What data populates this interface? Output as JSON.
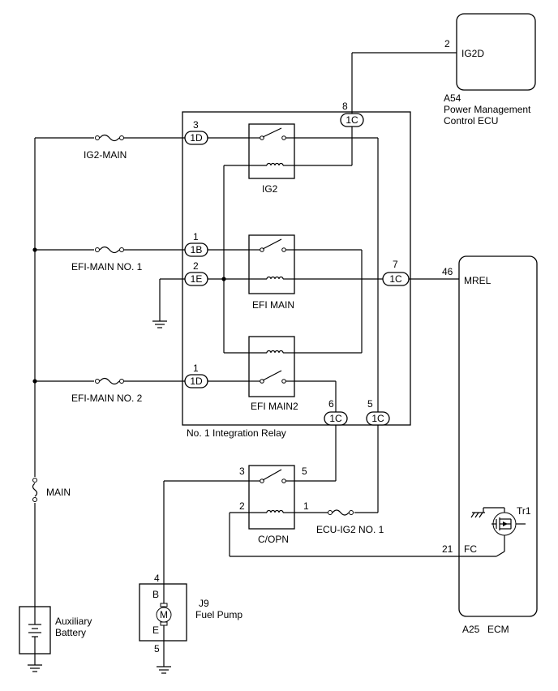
{
  "ecu_a54": {
    "code": "A54",
    "name_line1": "Power Management",
    "name_line2": "Control ECU",
    "pin_label": "IG2D",
    "pin_number": "2"
  },
  "ecm": {
    "code": "A25",
    "name": "ECM",
    "mrel_label": "MREL",
    "mrel_pin": "46",
    "fc_label": "FC",
    "fc_pin": "21",
    "transistor": "Tr1"
  },
  "integration_relay": {
    "name": "No. 1 Integration Relay"
  },
  "relays": {
    "ig2": "IG2",
    "efi_main": "EFI MAIN",
    "efi_main2": "EFI MAIN2",
    "copn": "C/OPN"
  },
  "fuses": {
    "ig2_main": "IG2-MAIN",
    "efi_main_no1": "EFI-MAIN NO. 1",
    "efi_main_no2": "EFI-MAIN NO. 2",
    "main": "MAIN",
    "ecu_ig2_no1": "ECU-IG2 NO. 1"
  },
  "connectors": {
    "c_1d_top": {
      "label": "1D",
      "pin": "3"
    },
    "c_1b": {
      "label": "1B",
      "pin": "1"
    },
    "c_1e": {
      "label": "1E",
      "pin": "2"
    },
    "c_1d_bottom": {
      "label": "1D",
      "pin": "1"
    },
    "c_1c_ig2d": {
      "label": "1C",
      "pin": "8"
    },
    "c_1c_mrel": {
      "label": "1C",
      "pin": "7"
    },
    "c_1c_6": {
      "label": "1C",
      "pin": "6"
    },
    "c_1c_5": {
      "label": "1C",
      "pin": "5"
    }
  },
  "copn_pins": {
    "p3": "3",
    "p5": "5",
    "p2": "2",
    "p1": "1"
  },
  "fuel_pump": {
    "code": "J9",
    "name": "Fuel Pump",
    "pin_top": "4",
    "pin_bottom": "5",
    "terminal_b": "B",
    "terminal_e": "E",
    "motor": "M"
  },
  "battery": {
    "line1": "Auxiliary",
    "line2": "Battery"
  },
  "colors": {
    "line": "#000000",
    "background": "#ffffff"
  }
}
